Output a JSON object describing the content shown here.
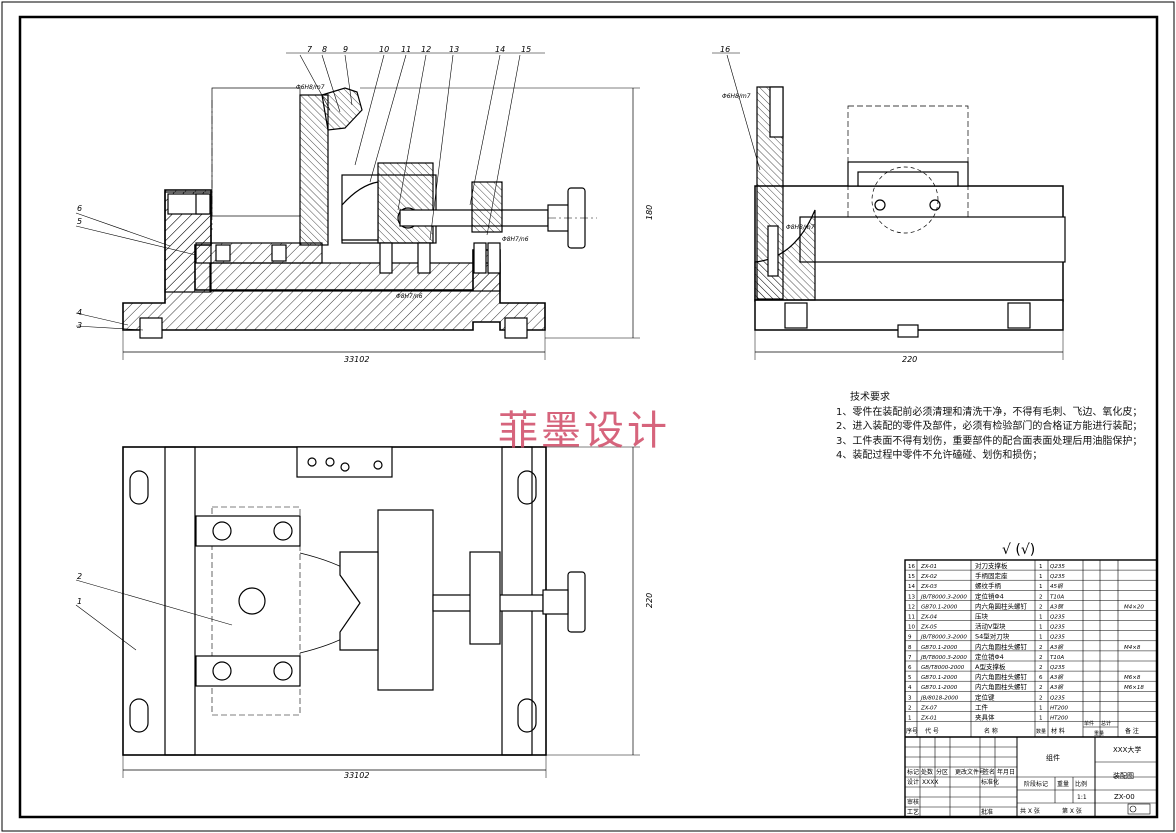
{
  "drawing": {
    "front_view": {
      "part_numbers": [
        "7",
        "8",
        "9",
        "10",
        "11",
        "12",
        "13",
        "14",
        "15"
      ],
      "left_labels": [
        "6",
        "5",
        "4",
        "3"
      ],
      "fit_notes": [
        "Φ6H8/m7",
        "Φ8H7/n6",
        "Φ8H7/n6"
      ],
      "dim_width": "33102",
      "dim_height": "180"
    },
    "side_view": {
      "part_number": "16",
      "fit_notes": [
        "Φ6H8/m7",
        "Φ8H8/m7"
      ],
      "dim_width": "220"
    },
    "top_view": {
      "part_numbers": [
        "2",
        "1"
      ],
      "dim_width": "33102",
      "dim_height": "220"
    },
    "watermark": "菲墨设计",
    "tech_requirements": {
      "title": "技术要求",
      "items": [
        "1、零件在装配前必须清理和清洗干净，不得有毛刺、飞边、氧化皮；",
        "2、进入装配的零件及部件，必须有检验部门的合格证方能进行装配；",
        "3、工件表面不得有划伤，重要部件的配合面表面处理后用油脂保护；",
        "4、装配过程中零件不允许磕碰、划伤和损伤；"
      ]
    },
    "roughness": "√ (√)",
    "bom": {
      "rows": [
        {
          "no": "16",
          "code": "ZX-01",
          "name": "对刀支撑板",
          "qty": "1",
          "mat": "Q235",
          "note": ""
        },
        {
          "no": "15",
          "code": "ZX-02",
          "name": "手柄固定座",
          "qty": "1",
          "mat": "Q235",
          "note": ""
        },
        {
          "no": "14",
          "code": "ZX-03",
          "name": "螺纹手柄",
          "qty": "1",
          "mat": "45钢",
          "note": ""
        },
        {
          "no": "13",
          "code": "JB/T8000.3-2000",
          "name": "定位销Φ4",
          "qty": "2",
          "mat": "T10A",
          "note": ""
        },
        {
          "no": "12",
          "code": "GB70.1-2000",
          "name": "内六角圆柱头螺钉",
          "qty": "2",
          "mat": "A3钢",
          "note": "M4×20"
        },
        {
          "no": "11",
          "code": "ZX-04",
          "name": "压块",
          "qty": "1",
          "mat": "Q235",
          "note": ""
        },
        {
          "no": "10",
          "code": "ZX-05",
          "name": "活动V型块",
          "qty": "1",
          "mat": "Q235",
          "note": ""
        },
        {
          "no": "9",
          "code": "JB/T8000.3-2000",
          "name": "S4型对刀块",
          "qty": "1",
          "mat": "Q235",
          "note": ""
        },
        {
          "no": "8",
          "code": "GB70.1-2000",
          "name": "内六角圆柱头螺钉",
          "qty": "2",
          "mat": "A3钢",
          "note": "M4×8"
        },
        {
          "no": "7",
          "code": "JB/T8000.3-2000",
          "name": "定位销Φ4",
          "qty": "2",
          "mat": "T10A",
          "note": ""
        },
        {
          "no": "6",
          "code": "GB/T8000-2000",
          "name": "A型支撑板",
          "qty": "2",
          "mat": "Q235",
          "note": ""
        },
        {
          "no": "5",
          "code": "GB70.1-2000",
          "name": "内六角圆柱头螺钉",
          "qty": "6",
          "mat": "A3钢",
          "note": "M6×8"
        },
        {
          "no": "4",
          "code": "GB70.1-2000",
          "name": "内六角圆柱头螺钉",
          "qty": "2",
          "mat": "A3钢",
          "note": "M6×18"
        },
        {
          "no": "3",
          "code": "JB/8018-2000",
          "name": "定位键",
          "qty": "2",
          "mat": "Q235",
          "note": ""
        },
        {
          "no": "2",
          "code": "ZX-07",
          "name": "工件",
          "qty": "1",
          "mat": "HT200",
          "note": ""
        },
        {
          "no": "1",
          "code": "ZX-01",
          "name": "夹具体",
          "qty": "1",
          "mat": "HT200",
          "note": ""
        }
      ],
      "header": {
        "no": "序号",
        "code": "代    号",
        "name": "名    称",
        "qty": "数量",
        "mat": "材    料",
        "weight1": "单件",
        "weight2": "总计",
        "weight_unit": "重量",
        "note": "备  注"
      }
    },
    "title_block": {
      "school": "XXX大学",
      "assembly": "组件",
      "drawing_name": "装配图",
      "drawing_no": "ZX-00",
      "scale": "1:1",
      "stage": "阶段标记",
      "weight": "重量",
      "scale_label": "比例",
      "sheets": "共  X  张",
      "sheet": "第  X  张",
      "labels": [
        "标记",
        "处数",
        "分区",
        "更改文件号",
        "签名",
        "年月日"
      ],
      "design": "设计",
      "designer": "XXXX",
      "standardize": "标准化",
      "review": "审核",
      "process": "工艺",
      "approve": "批准"
    }
  }
}
